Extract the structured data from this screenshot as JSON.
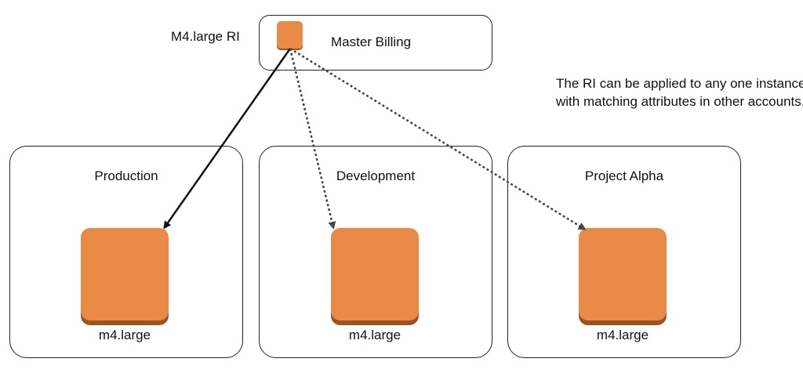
{
  "master": {
    "ri_label": "M4.large RI",
    "title": "Master Billing"
  },
  "note": "The RI can be applied to any one instance with matching attributes in other accounts.",
  "accounts": [
    {
      "name": "Production",
      "instance_type": "m4.large",
      "arrow_style": "solid"
    },
    {
      "name": "Development",
      "instance_type": "m4.large",
      "arrow_style": "dotted"
    },
    {
      "name": "Project Alpha",
      "instance_type": "m4.large",
      "arrow_style": "dotted"
    }
  ],
  "colors": {
    "instance_fill": "#e98a47",
    "instance_shadow": "#9a5321",
    "border": "#222222",
    "arrow": "#111111"
  }
}
